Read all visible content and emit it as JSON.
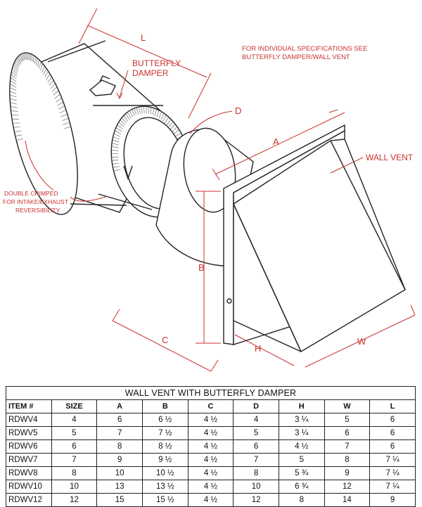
{
  "diagram": {
    "dimension_labels": {
      "L": "L",
      "D": "D",
      "A": "A",
      "B": "B",
      "C": "C",
      "H": "H",
      "W": "W"
    },
    "callouts": {
      "butterfly_damper": [
        "BUTTERFLY",
        "DAMPER"
      ],
      "wall_vent": "WALL VENT",
      "double_crimped": [
        "DOUBLE CRIMPED",
        "FOR INTAKE/EXHAUST",
        "REVERSIBILITY"
      ],
      "spec_note": [
        "FOR INDIVIDUAL SPECIFICATIONS SEE",
        "BUTTERFLY DAMPER/WALL VENT"
      ]
    },
    "accent_color": "#c8322d"
  },
  "table": {
    "title": "WALL VENT WITH BUTTERFLY DAMPER",
    "headers": [
      "ITEM #",
      "SIZE",
      "A",
      "B",
      "C",
      "D",
      "H",
      "W",
      "L"
    ],
    "rows": [
      [
        "RDWV4",
        "4",
        "6",
        "6 ½",
        "4 ½",
        "4",
        "3 ¼",
        "5",
        "6"
      ],
      [
        "RDWV5",
        "5",
        "7",
        "7 ½",
        "4 ½",
        "5",
        "3 ¼",
        "6",
        "6"
      ],
      [
        "RDWV6",
        "6",
        "8",
        "8 ½",
        "4 ½",
        "6",
        "4 ½",
        "7",
        "6"
      ],
      [
        "RDWV7",
        "7",
        "9",
        "9 ½",
        "4 ½",
        "7",
        "5",
        "8",
        "7 ¼"
      ],
      [
        "RDWV8",
        "8",
        "10",
        "10 ½",
        "4 ½",
        "8",
        "5 ¾",
        "9",
        "7 ¼"
      ],
      [
        "RDWV10",
        "10",
        "13",
        "13 ½",
        "4 ½",
        "10",
        "6 ¾",
        "12",
        "7 ¼"
      ],
      [
        "RDWV12",
        "12",
        "15",
        "15 ½",
        "4 ½",
        "12",
        "8",
        "14",
        "9"
      ]
    ]
  }
}
